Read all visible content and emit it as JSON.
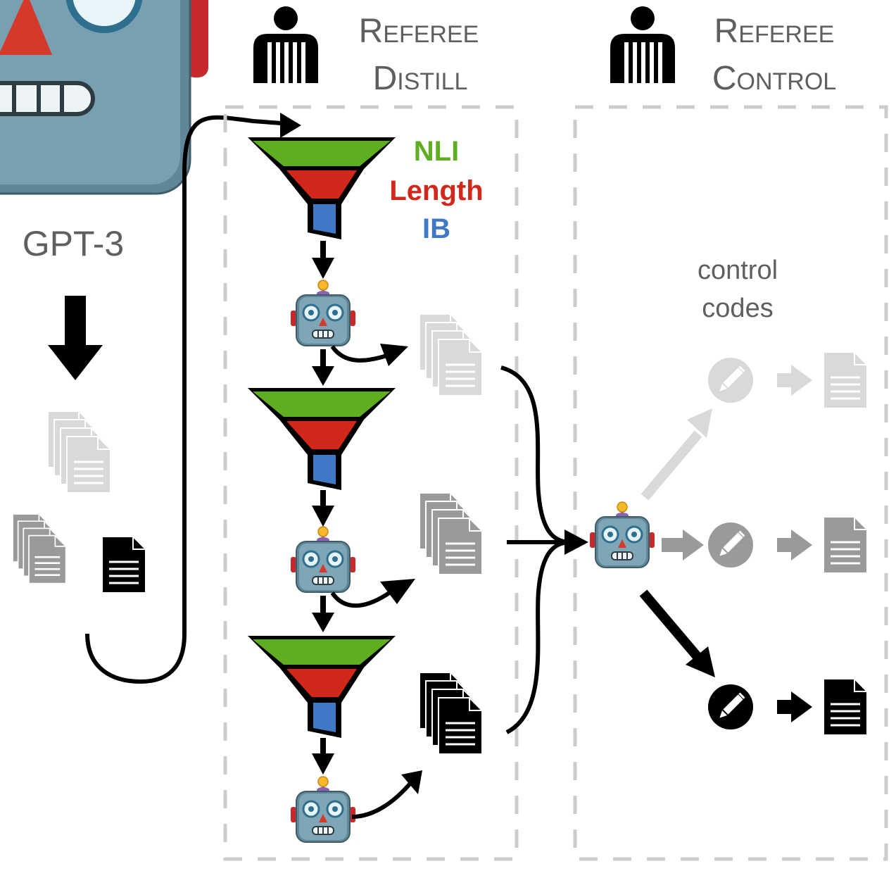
{
  "source_model": {
    "label": "GPT-3"
  },
  "referee_distill": {
    "title_line1": "Referee",
    "title_line2": "Distill",
    "filter_legend": [
      {
        "label": "NLI",
        "color": "#5fae22"
      },
      {
        "label": "Length",
        "color": "#d2281c"
      },
      {
        "label": "IB",
        "color": "#3f78c4"
      }
    ]
  },
  "referee_control": {
    "title_line1": "Referee",
    "title_line2": "Control",
    "control_codes_line1": "control",
    "control_codes_line2": "codes"
  },
  "colors": {
    "filter_green": "#5fae22",
    "filter_red": "#d2281c",
    "filter_blue": "#3f78c4",
    "title_gray": "#5f5f5f",
    "dashed_border": "#cccccc",
    "doc_light": "#d9d9d9",
    "doc_mid": "#9a9a9a",
    "doc_dark": "#000000",
    "robot_face": "#5f8798"
  },
  "icons": [
    "robot-icon",
    "referee-icon",
    "document-stack-icon",
    "document-icon",
    "pencil-icon",
    "arrow-icon",
    "funnel-filter-icon"
  ]
}
